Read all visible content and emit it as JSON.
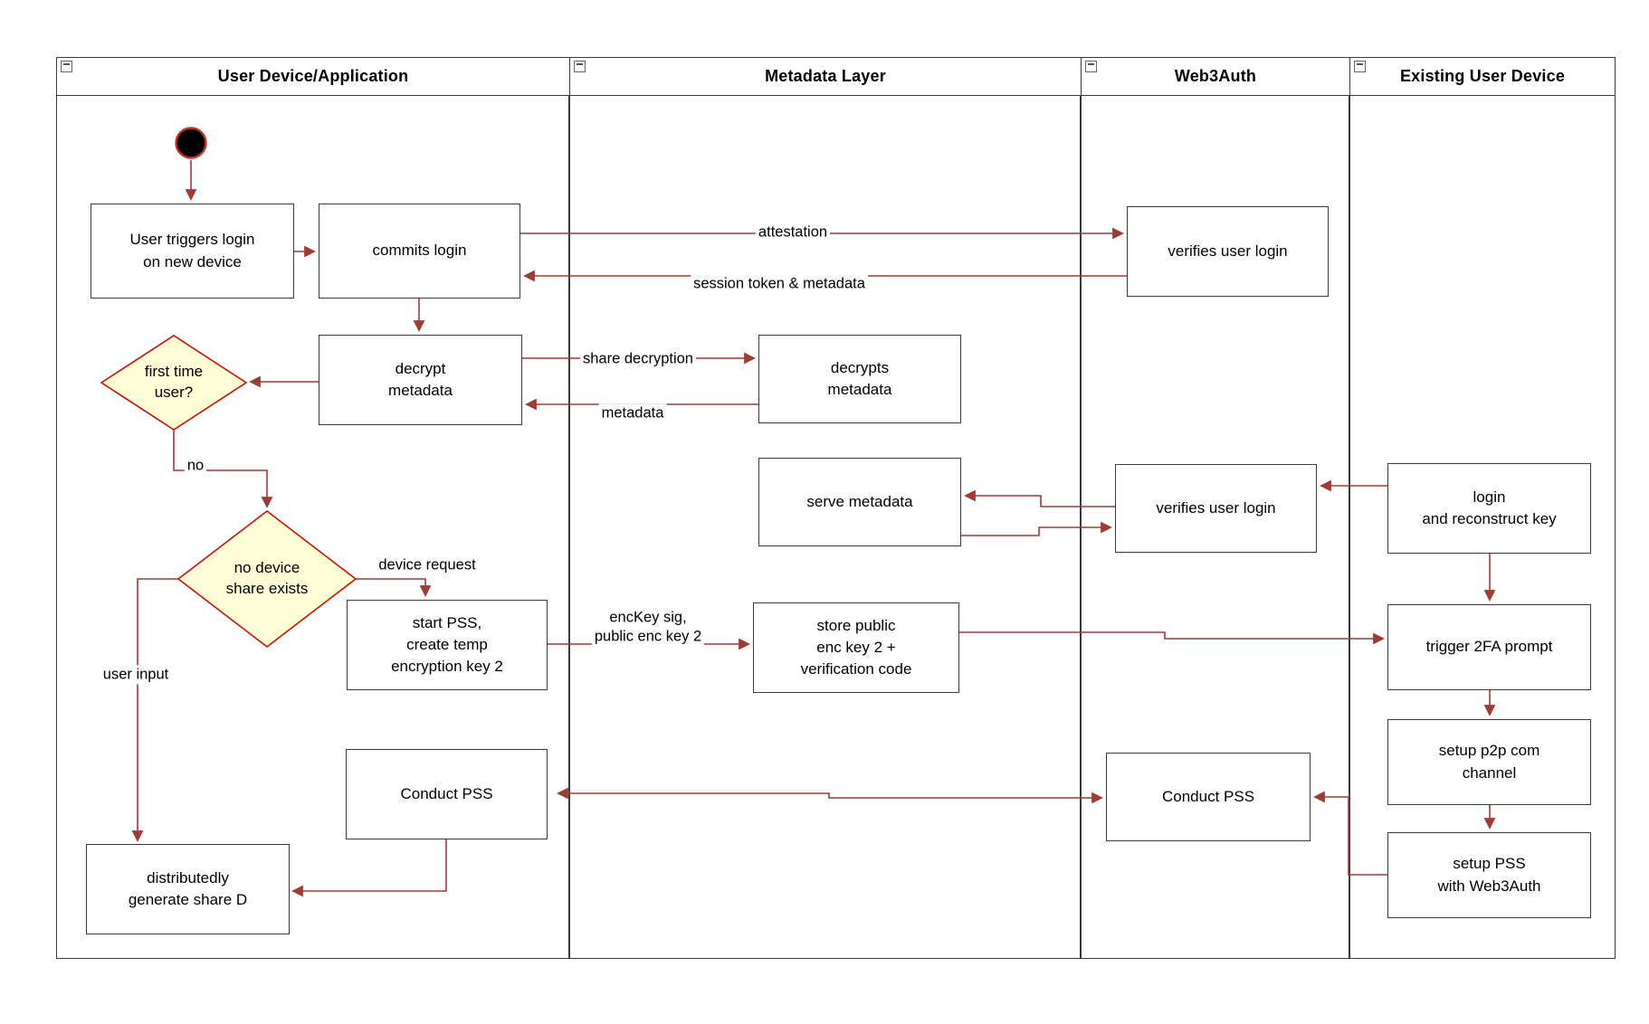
{
  "diagram": {
    "type": "activity-swimlane",
    "lanes": [
      {
        "title": "User Device/Application"
      },
      {
        "title": "Metadata Layer"
      },
      {
        "title": "Web3Auth"
      },
      {
        "title": "Existing User Device"
      }
    ],
    "nodes": {
      "user_triggers_login": "User triggers login\non new device",
      "commits_login": "commits login",
      "verifies_user_login_top": "verifies user login",
      "decrypt_metadata": "decrypt\nmetadata",
      "decrypts_metadata": "decrypts\nmetadata",
      "serve_metadata": "serve metadata",
      "verifies_user_login_mid": "verifies user login",
      "login_and_reconstruct_key": "login\nand reconstruct key",
      "start_pss": "start PSS,\ncreate temp\nencryption key 2",
      "store_public_enc_key": "store public\nenc key 2 +\nverification code",
      "trigger_2fa_prompt": "trigger 2FA prompt",
      "setup_p2p_channel": "setup p2p com\nchannel",
      "setup_pss_web3auth": "setup PSS\nwith Web3Auth",
      "conduct_pss_user": "Conduct PSS",
      "conduct_pss_web3auth": "Conduct PSS",
      "distributedly_generate_share": "distributedly\ngenerate share D"
    },
    "decisions": {
      "first_time_user": "first time\nuser?",
      "no_device_share_exists": "no device\nshare exists"
    },
    "edge_labels": {
      "attestation": "attestation",
      "session_token_metadata": "session token & metadata",
      "share_decryption": "share decryption",
      "metadata": "metadata",
      "no": "no",
      "device_request": "device request",
      "enckey_sig": "encKey sig,\npublic enc key 2",
      "user_input": "user input"
    },
    "colors": {
      "arrow": "#9e3b33",
      "decision_fill": "#ffffd7",
      "decision_border": "#cc1100",
      "node_border": "#3a3a3a",
      "start_node_fill": "#000000",
      "start_node_ring": "#cc3322"
    }
  }
}
